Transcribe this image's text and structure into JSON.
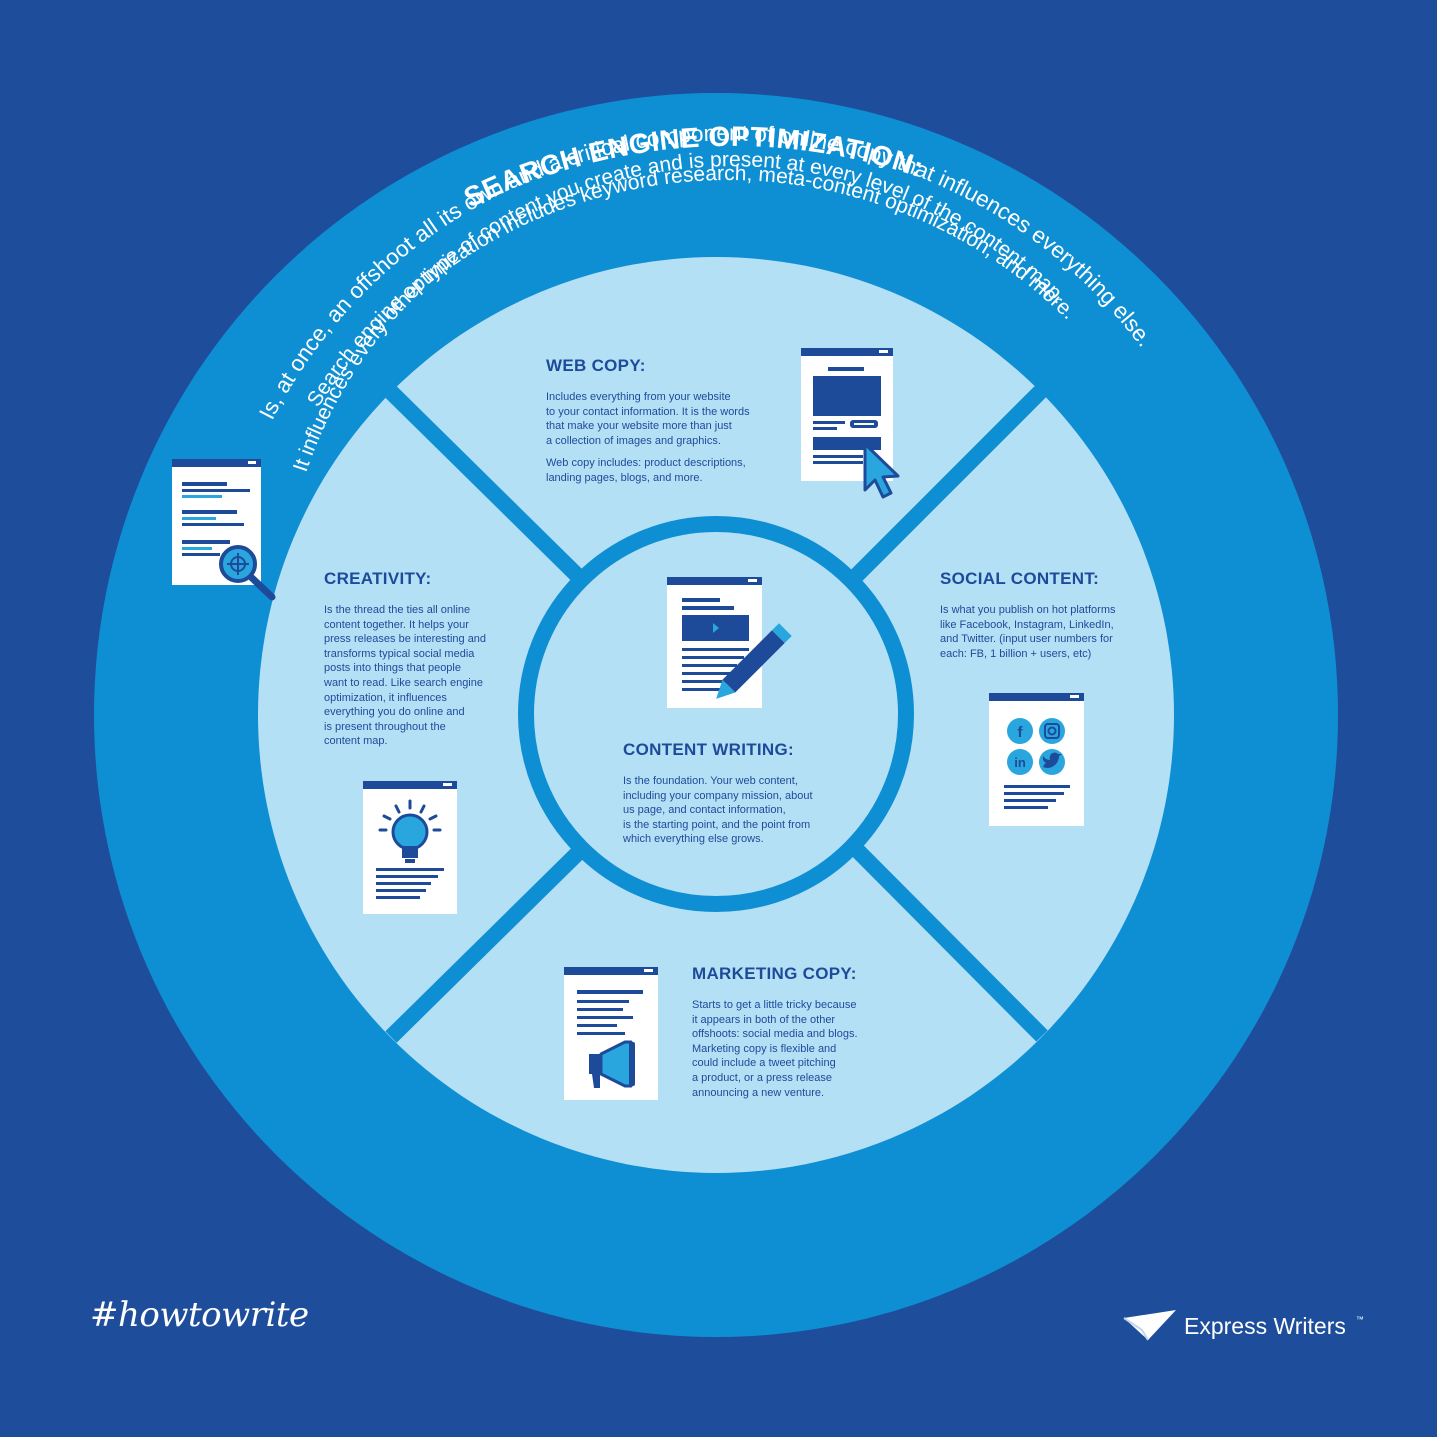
{
  "colors": {
    "background": "#1e4e9b",
    "outer_ring": "#0f8fd3",
    "inner_disc": "#b4e0f6",
    "divider": "#0f8fd3",
    "text_dark": "#1e4a9a",
    "accent": "#2aa6df"
  },
  "seo": {
    "title": "SEARCH ENGINE OPTIMIZATION:",
    "lines": [
      "Is, at once, an offshoot all its own and a critical component of online copy that influences everything else.",
      "Search engine optimization includes keyword research, meta-content optimization, and more.",
      "It influences every other type of content you create and is present at every level of the content map."
    ],
    "icon": "document-search-icon"
  },
  "web_copy": {
    "title": "WEB COPY:",
    "body": "Includes everything from your website\nto your contact information. It is the words\nthat make your website more than just\na collection of images and graphics.",
    "body2": "Web copy includes: product descriptions,\nlanding pages, blogs, and more.",
    "icon": "webpage-cursor-icon"
  },
  "creativity": {
    "title": "CREATIVITY:",
    "body": "Is the thread the ties all online\ncontent together. It helps your\npress releases be interesting and\ntransforms typical social media\nposts into things that people\nwant to read. Like search engine\noptimization, it influences\neverything you do online and\nis present throughout the\ncontent map.",
    "icon": "lightbulb-document-icon"
  },
  "social_content": {
    "title": "SOCIAL CONTENT:",
    "body": "Is what you publish on hot platforms\nlike Facebook, Instagram, LinkedIn,\nand Twitter. (input user numbers for\neach: FB, 1 billion + users, etc)",
    "icon": "social-media-document-icon",
    "social_icons": [
      "f",
      "in"
    ]
  },
  "content_writing": {
    "title": "CONTENT WRITING:",
    "body": "Is the foundation. Your web content,\nincluding your company mission, about\nus page, and contact information,\nis the starting point, and the point from\nwhich everything else grows.",
    "icon": "document-pencil-icon"
  },
  "marketing_copy": {
    "title": "MARKETING COPY:",
    "body": "Starts to get a little tricky because\nit appears in both of the other\noffshoots: social media and blogs.\nMarketing copy is flexible and\ncould include a tweet pitching\na product, or a press release\nannouncing a new venture.",
    "icon": "megaphone-document-icon"
  },
  "footer": {
    "hashtag": "#howtowrite",
    "brand": "Express Writers",
    "tm": "™",
    "brand_icon": "paper-plane-icon"
  }
}
